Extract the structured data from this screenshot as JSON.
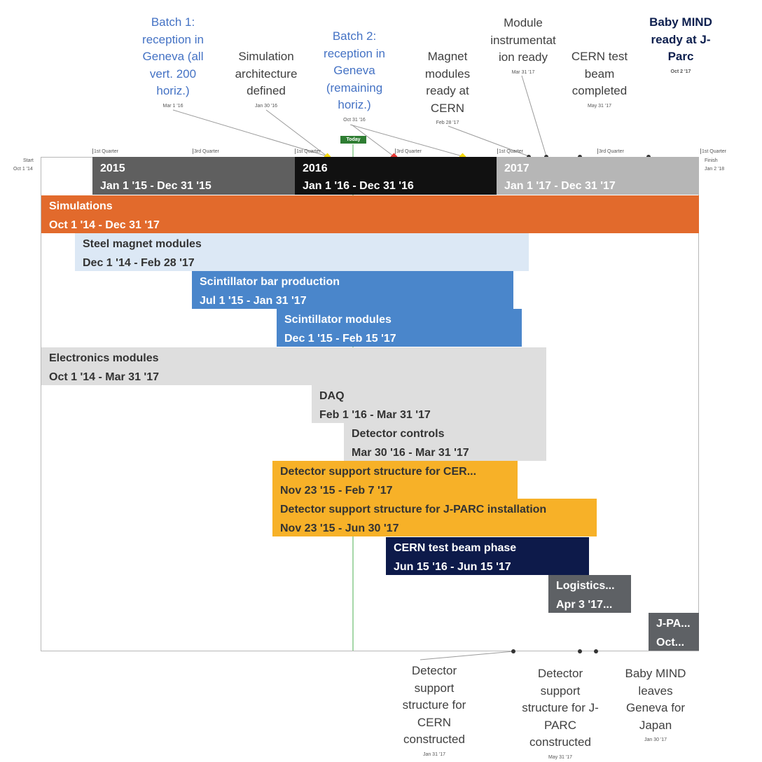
{
  "colors": {
    "orange": "#e26a2c",
    "light_blue": "#dce8f5",
    "mid_blue": "#4a86cb",
    "light_gray": "#dedede",
    "amber": "#f7b128",
    "navy": "#0d1a4a",
    "dark_gray": "#5e6165",
    "year2015": "#5f5f5f",
    "year2016": "#111111",
    "year2017": "#b6b6b6",
    "today_green": "#2e7d32"
  },
  "milestones_top": [
    {
      "label": "Batch 1: reception in Geneva (all vert. 200 horiz.)",
      "date": "Mar 1 '16",
      "style": "blue"
    },
    {
      "label": "Simulation architecture defined",
      "date": "Jan 30 '16",
      "style": "normal"
    },
    {
      "label": "Batch 2: reception in Geneva (remaining horiz.)",
      "date": "Oct 31 '16",
      "style": "blue"
    },
    {
      "label": "Magnet modules ready at CERN",
      "date": "Feb 28 '17",
      "style": "normal"
    },
    {
      "label": "Module instrumentat ion ready",
      "date": "Mar 31 '17",
      "style": "normal"
    },
    {
      "label": "CERN test beam completed",
      "date": "May 31 '17",
      "style": "normal"
    },
    {
      "label": "Baby MIND ready at J-Parc",
      "date": "Oct 2 '17",
      "style": "bold"
    }
  ],
  "milestones_bottom": [
    {
      "label": "Detector support structure for CERN constructed",
      "date": "Jan 31 '17"
    },
    {
      "label": "Detector support structure for J-PARC constructed",
      "date": "May 31 '17"
    },
    {
      "label": "Baby MIND leaves Geneva for Japan",
      "date": "Jan 30 '17"
    }
  ],
  "today_label": "Today",
  "timescale": {
    "start": "Start",
    "start_date": "Oct 1 '14",
    "finish": "Finish",
    "finish_date": "Jan 2 '18",
    "quarters": [
      "1st Quarter",
      "3rd Quarter",
      "1st Quarter",
      "3rd Quarter",
      "1st Quarter",
      "3rd Quarter",
      "1st Quarter"
    ]
  },
  "years": [
    {
      "name": "2015",
      "range": "Jan 1 '15 - Dec 31 '15"
    },
    {
      "name": "2016",
      "range": "Jan 1 '16 - Dec 31 '16"
    },
    {
      "name": "2017",
      "range": "Jan 1 '17 - Dec 31 '17"
    }
  ],
  "tasks": [
    {
      "name": "Simulations",
      "dates": "Oct 1 '14 - Dec 31 '17"
    },
    {
      "name": "Steel magnet modules",
      "dates": "Dec 1 '14 - Feb 28 '17"
    },
    {
      "name": "Scintillator bar production",
      "dates": "Jul 1 '15 - Jan 31 '17"
    },
    {
      "name": "Scintillator modules",
      "dates": "Dec 1 '15 - Feb 15 '17"
    },
    {
      "name": "Electronics modules",
      "dates": "Oct 1 '14 - Mar 31 '17"
    },
    {
      "name": "DAQ",
      "dates": "Feb 1 '16 - Mar 31 '17"
    },
    {
      "name": "Detector controls",
      "dates": "Mar 30 '16 - Mar 31 '17"
    },
    {
      "name": "Detector support structure for CER...",
      "dates": "Nov 23 '15 - Feb 7 '17"
    },
    {
      "name": "Detector support structure for J-PARC installation",
      "dates": "Nov 23 '15 - Jun 30 '17"
    },
    {
      "name": "CERN test beam phase",
      "dates": "Jun 15 '16 - Jun 15 '17"
    },
    {
      "name": "Logistics...",
      "dates": "Apr 3 '17..."
    },
    {
      "name": "J-PA...",
      "dates": "Oct..."
    }
  ]
}
